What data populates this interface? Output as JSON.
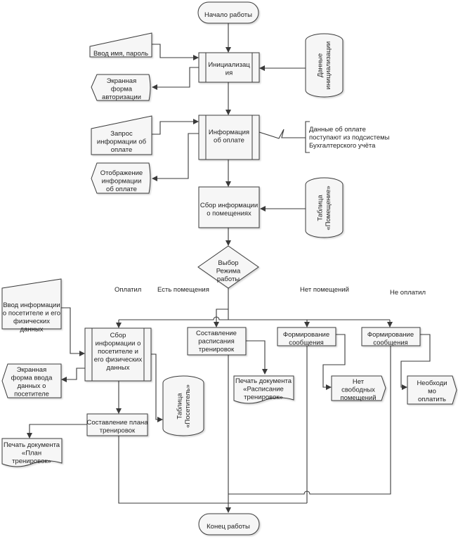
{
  "nodes": {
    "start": [
      "Начало работы"
    ],
    "login_input": [
      "Ввод имя, пароль"
    ],
    "init": [
      "Инициализац",
      "ия"
    ],
    "auth_screen": [
      "Экранная",
      "форма",
      "авторизации"
    ],
    "init_data": [
      "Данные",
      "инициализации"
    ],
    "payment_request": [
      "Запрос",
      "информации об",
      "оплате"
    ],
    "payment_info": [
      "Информация",
      "об оплате"
    ],
    "payment_display": [
      "Отображение",
      "информации",
      "об оплате"
    ],
    "payment_note": [
      "Данные об оплате",
      "поступают из подсистемы",
      "Бухгалтерского учёта"
    ],
    "rooms_collect": [
      "Сбор информации",
      "о помещениях"
    ],
    "rooms_table": [
      "Таблица",
      "«Помещение»"
    ],
    "mode_choice": [
      "Выбор",
      "Режима",
      "работы"
    ],
    "visitor_input": [
      "Ввод информации",
      "о посетителе и его",
      "физических",
      "данных"
    ],
    "visitor_collect": [
      "Сбор",
      "информации о",
      "посетителе и",
      "его физических",
      "данных"
    ],
    "visitor_screen": [
      "Экранная",
      "форма ввода",
      "данных о",
      "посетителе"
    ],
    "visitor_table": [
      "Таблица",
      "«Посетитель»"
    ],
    "training_plan": [
      "Составление плана",
      "тренировок"
    ],
    "plan_print": [
      "Печать документа",
      "«План",
      "тренировок»"
    ],
    "schedule": [
      "Составление",
      "расписания",
      "тренировок"
    ],
    "schedule_print": [
      "Печать документа",
      "«Расписание",
      "тренировок»"
    ],
    "msg_rooms": [
      "Формирование",
      "сообщения"
    ],
    "no_rooms": [
      "Нет",
      "свободных",
      "помещений"
    ],
    "msg_pay": [
      "Формирование",
      "сообщения"
    ],
    "need_pay": [
      "Необходи",
      "мо",
      "оплатить"
    ],
    "end": [
      "Конец работы"
    ]
  },
  "edge_labels": {
    "paid": "Оплатил",
    "rooms_yes": "Есть помещения",
    "rooms_no": "Нет помещений",
    "not_paid": "Не оплатил"
  }
}
